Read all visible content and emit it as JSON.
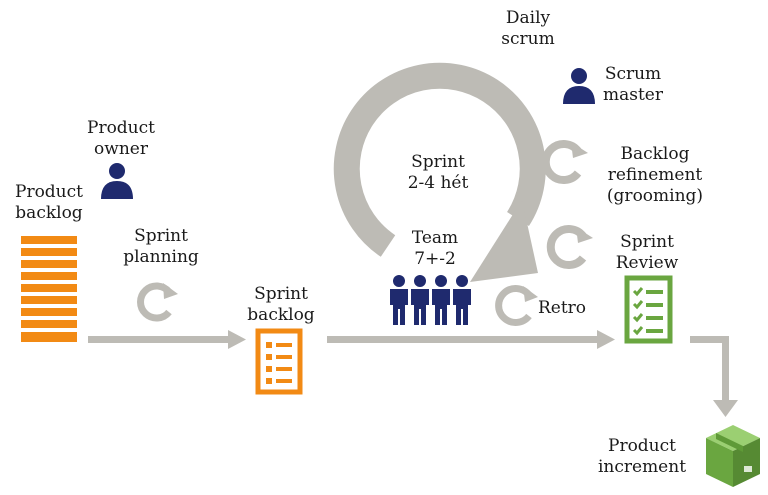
{
  "labels": {
    "daily_scrum": [
      "Daily",
      "scrum"
    ],
    "scrum_master": [
      "Scrum",
      "master"
    ],
    "product_owner": [
      "Product",
      "owner"
    ],
    "product_backlog": [
      "Product",
      "backlog"
    ],
    "sprint": [
      "Sprint",
      "2-4 hét"
    ],
    "backlog_refinement": [
      "Backlog",
      "refinement",
      "(grooming)"
    ],
    "team": [
      "Team",
      "7+-2"
    ],
    "sprint_planning": [
      "Sprint",
      "planning"
    ],
    "sprint_review": [
      "Sprint",
      "Review"
    ],
    "sprint_backlog": [
      "Sprint",
      "backlog"
    ],
    "retro": "Retro",
    "product_increment": [
      "Product",
      "increment"
    ]
  },
  "colors": {
    "arrow_gray": "#bdbbb5",
    "orange": "#f28a14",
    "navy": "#1f2a6e",
    "green": "#6aa640"
  },
  "icons": {
    "product_owner": "person-icon",
    "scrum_master": "person-icon",
    "team": "group-icon",
    "product_backlog": "stacked-bars-icon",
    "sprint_backlog": "checklist-icon",
    "sprint_review": "checklist-icon",
    "product_increment": "box-icon"
  }
}
